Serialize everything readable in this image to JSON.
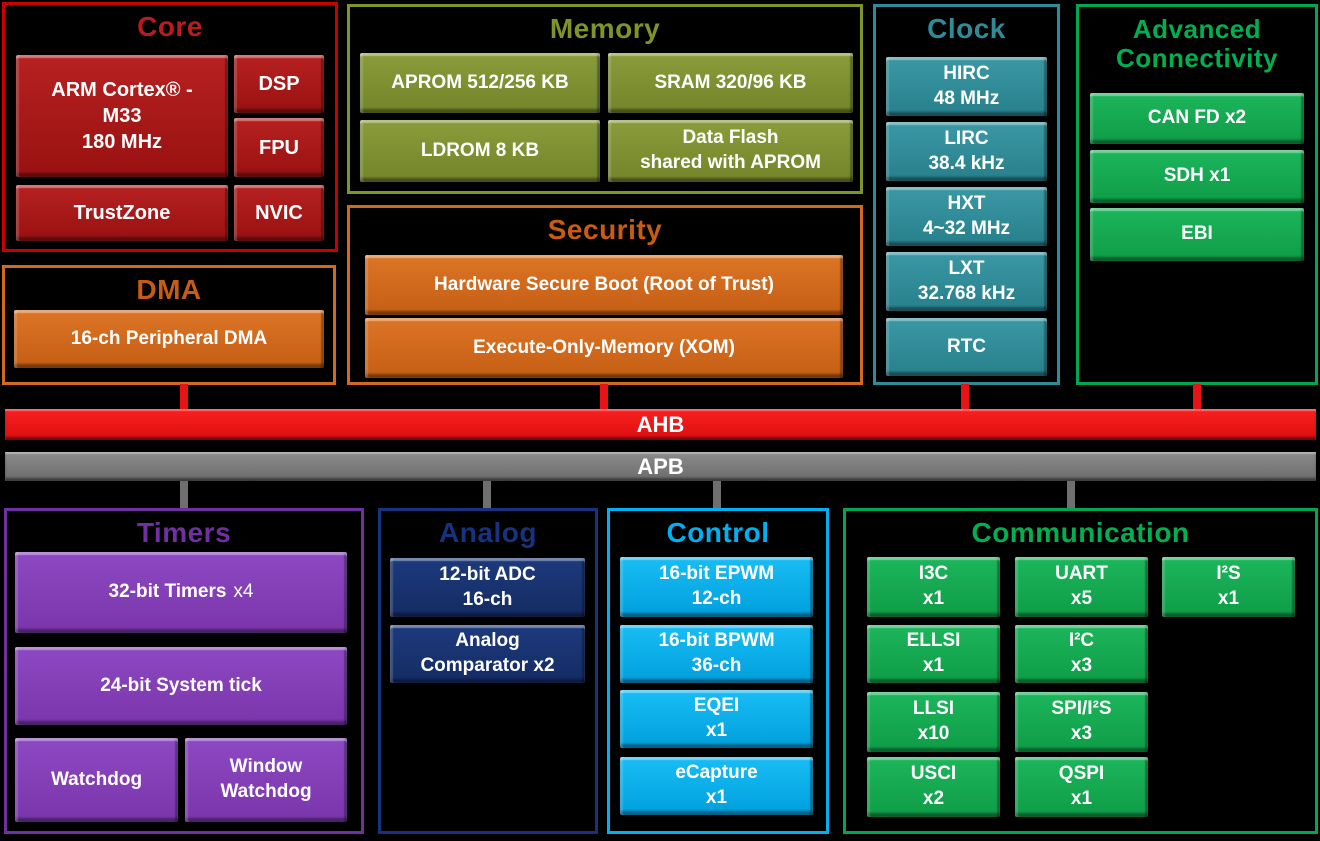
{
  "background": "#000000",
  "buses": {
    "ahb": {
      "label": "AHB",
      "color": "#ee1111"
    },
    "apb": {
      "label": "APB",
      "color": "#7a7a7a"
    }
  },
  "sections": {
    "core": {
      "title": "Core",
      "accent": "#c00000",
      "blocks": {
        "arm": {
          "lines": [
            "ARM Cortex® -",
            "M33",
            "180 MHz"
          ]
        },
        "dsp": {
          "lines": [
            "DSP"
          ]
        },
        "fpu": {
          "lines": [
            "FPU"
          ]
        },
        "trustzone": {
          "lines": [
            "TrustZone"
          ]
        },
        "nvic": {
          "lines": [
            "NVIC"
          ]
        }
      }
    },
    "dma": {
      "title": "DMA",
      "accent": "#c55a11",
      "blocks": {
        "pdma": {
          "lines": [
            "16-ch Peripheral DMA"
          ]
        }
      }
    },
    "memory": {
      "title": "Memory",
      "accent": "#7f942b",
      "blocks": {
        "aprom": {
          "lines": [
            "APROM 512/256 KB"
          ]
        },
        "sram": {
          "lines": [
            "SRAM 320/96 KB"
          ]
        },
        "ldrom": {
          "lines": [
            "LDROM 8 KB"
          ]
        },
        "dataflash": {
          "lines": [
            "Data Flash",
            "shared with APROM"
          ]
        }
      }
    },
    "security": {
      "title": "Security",
      "accent": "#c55a11",
      "blocks": {
        "secureboot": {
          "lines": [
            "Hardware Secure Boot (Root of Trust)"
          ]
        },
        "xom": {
          "lines": [
            "Execute-Only-Memory (XOM)"
          ]
        }
      }
    },
    "clock": {
      "title": "Clock",
      "accent": "#2e8c99",
      "blocks": {
        "hirc": {
          "lines": [
            "HIRC",
            "48 MHz"
          ]
        },
        "lirc": {
          "lines": [
            "LIRC",
            "38.4 kHz"
          ]
        },
        "hxt": {
          "lines": [
            "HXT",
            "4~32 MHz"
          ]
        },
        "lxt": {
          "lines": [
            "LXT",
            "32.768 kHz"
          ]
        },
        "rtc": {
          "lines": [
            "RTC"
          ]
        }
      }
    },
    "adv": {
      "title": "Advanced Connectivity",
      "accent": "#00b050",
      "blocks": {
        "canfd": {
          "lines": [
            "CAN FD x2"
          ]
        },
        "sdh": {
          "lines": [
            "SDH x1"
          ]
        },
        "ebi": {
          "lines": [
            "EBI"
          ]
        }
      }
    },
    "timers": {
      "title": "Timers",
      "accent": "#7030a0",
      "blocks": {
        "t32": {
          "label": "32-bit Timers",
          "suffix": "x4"
        },
        "systick": {
          "lines": [
            "24-bit System tick"
          ]
        },
        "wdt": {
          "lines": [
            "Watchdog"
          ]
        },
        "wwdt": {
          "lines": [
            "Window",
            "Watchdog"
          ]
        }
      }
    },
    "analog": {
      "title": "Analog",
      "accent": "#17337f",
      "blocks": {
        "adc": {
          "lines": [
            "12-bit ADC",
            "16-ch"
          ]
        },
        "acmp": {
          "lines": [
            "Analog",
            "Comparator x2"
          ]
        }
      }
    },
    "control": {
      "title": "Control",
      "accent": "#00b0f0",
      "blocks": {
        "epwm": {
          "lines": [
            "16-bit EPWM",
            "12-ch"
          ]
        },
        "bpwm": {
          "lines": [
            "16-bit BPWM",
            "36-ch"
          ]
        },
        "eqei": {
          "lines": [
            "EQEI",
            "x1"
          ]
        },
        "ecap": {
          "lines": [
            "eCapture",
            "x1"
          ]
        }
      }
    },
    "comm": {
      "title": "Communication",
      "accent": "#00b050",
      "blocks": {
        "i3c": {
          "lines": [
            "I3C",
            "x1"
          ]
        },
        "uart": {
          "lines": [
            "UART",
            "x5"
          ]
        },
        "i2s": {
          "lines": [
            "I²S",
            "x1"
          ]
        },
        "ellsi": {
          "lines": [
            "ELLSI",
            "x1"
          ]
        },
        "i2c": {
          "lines": [
            "I²C",
            "x3"
          ]
        },
        "llsi": {
          "lines": [
            "LLSI",
            "x10"
          ]
        },
        "spi": {
          "lines": [
            "SPI/I²S",
            "x3"
          ]
        },
        "usci": {
          "lines": [
            "USCI",
            "x2"
          ]
        },
        "qspi": {
          "lines": [
            "QSPI",
            "x1"
          ]
        }
      }
    }
  }
}
